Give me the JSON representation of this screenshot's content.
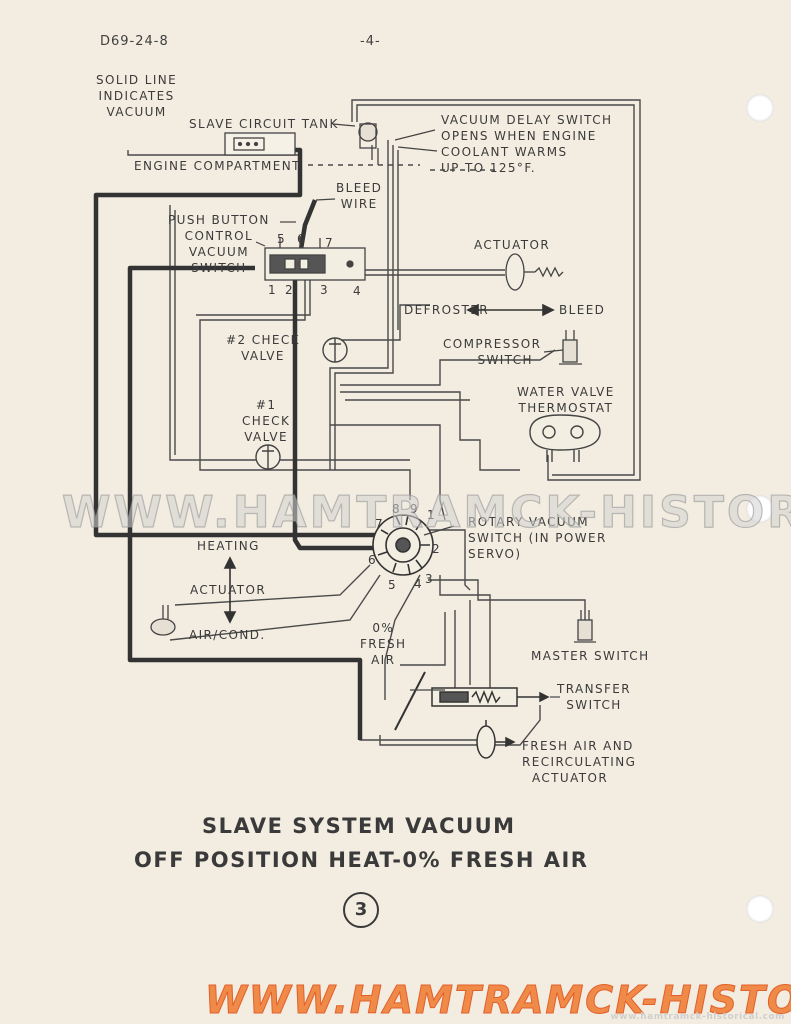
{
  "header": {
    "doc_id": "D69-24-8",
    "page_number": "-4-"
  },
  "labels": {
    "solid_line": [
      "SOLID LINE",
      "INDICATES",
      "VACUUM"
    ],
    "slave_tank": "SLAVE CIRCUIT TANK",
    "engine_compartment": "ENGINE COMPARTMENT",
    "vacuum_delay": [
      "VACUUM DELAY SWITCH",
      "OPENS WHEN ENGINE",
      "COOLANT WARMS",
      "UP TO 125°F."
    ],
    "bleed_wire": [
      "BLEED",
      "WIRE"
    ],
    "push_button": [
      "PUSH BUTTON",
      "CONTROL",
      "VACUUM",
      "SWITCH"
    ],
    "actuator_top": "ACTUATOR",
    "defroster": "DEFROSTER",
    "bleed": "BLEED",
    "check2": [
      "#2 CHECK",
      "VALVE"
    ],
    "compressor": [
      "COMPRESSOR",
      "SWITCH"
    ],
    "water_valve": [
      "WATER VALVE",
      "THERMOSTAT"
    ],
    "check1": [
      "#1",
      "CHECK",
      "VALVE"
    ],
    "rotary": [
      "ROTARY VACUUM",
      "SWITCH (IN POWER",
      "SERVO)"
    ],
    "heating": "HEATING",
    "actuator_mid": "ACTUATOR",
    "air_cond": "AIR/COND.",
    "fresh_air_pct": [
      "0%",
      "FRESH",
      "AIR"
    ],
    "master_switch": "MASTER SWITCH",
    "transfer": [
      "TRANSFER",
      "SWITCH"
    ],
    "fresh_recirc": [
      "FRESH AIR AND",
      "RECIRCULATING",
      "ACTUATOR"
    ]
  },
  "pushbutton_ports_top": [
    "5",
    "6",
    "7"
  ],
  "pushbutton_ports_bottom": [
    "1",
    "2",
    "3",
    "4"
  ],
  "rotary_ports": [
    "8",
    "9",
    "1",
    "7",
    "2",
    "6",
    "5",
    "4",
    "3"
  ],
  "title": {
    "line1": "SLAVE SYSTEM VACUUM",
    "line2": "OFF POSITION HEAT-0% FRESH AIR"
  },
  "figure_number": "3",
  "watermarks": {
    "middle": "WWW.HAMTRAMCK-HISTORICAL.COM",
    "bottom": "WWW.HAMTRAMCK-HISTORICAL.COM",
    "corner": "www.hamtramck-historical.com"
  }
}
